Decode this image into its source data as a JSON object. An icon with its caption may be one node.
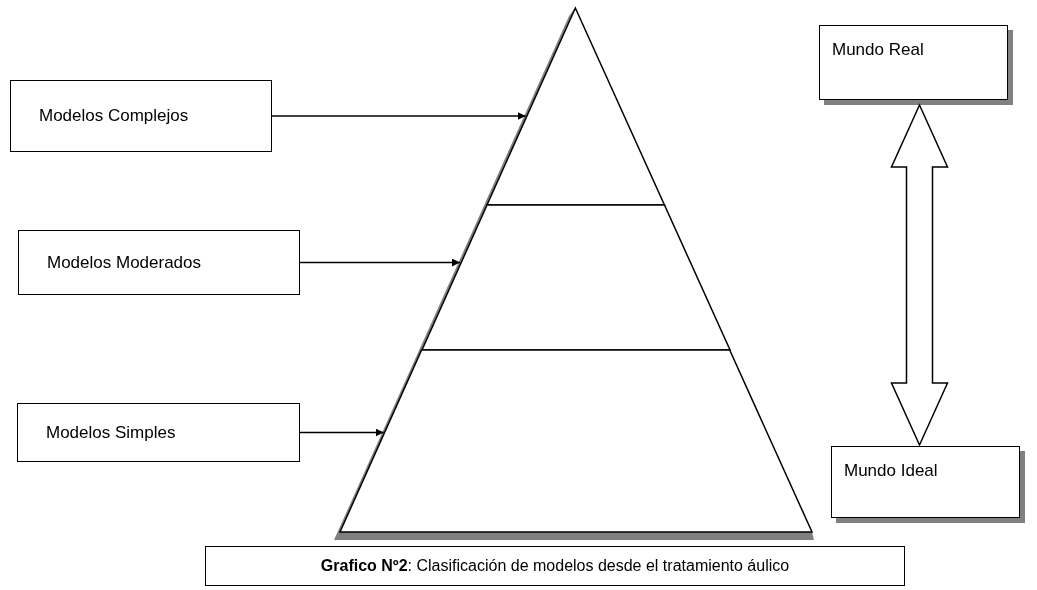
{
  "diagram": {
    "caption": "**Grafico Nº2**: Clasificación de modelos desde el tratamiento áulico",
    "nodes": [
      {
        "text": [
          "Modelos Complejos"
        ]
      },
      {
        "text": [
          "Modelos Moderados"
        ]
      },
      {
        "text": [
          "Modelos Simples"
        ]
      },
      {
        "text": [],
        "shape": "triangle"
      },
      {
        "text": [],
        "shape": "trapezoid"
      },
      {
        "text": [],
        "shape": "trapezoid"
      },
      {
        "text": [
          "Mundo Real"
        ]
      },
      {
        "text": [
          "Mundo Ideal"
        ]
      }
    ],
    "edges": [
      {
        "from": 0,
        "to": 3,
        "arrow": "to"
      },
      {
        "from": 1,
        "to": 4,
        "arrow": "to"
      },
      {
        "from": 2,
        "to": 5,
        "arrow": "to"
      },
      {
        "from": 6,
        "to": 7,
        "arrow": "both",
        "style": "thick"
      }
    ]
  }
}
